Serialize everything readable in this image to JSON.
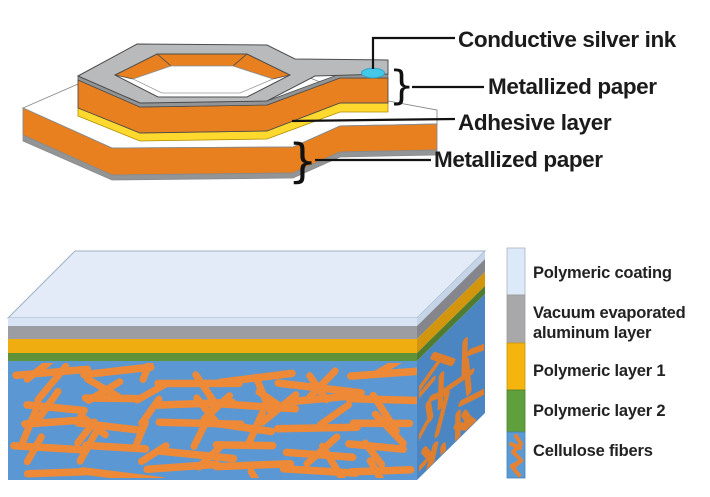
{
  "figure": {
    "background": "#FFFFFF"
  },
  "top_diagram": {
    "labels": {
      "conductive_silver_ink": "Conductive silver ink",
      "metallized_paper_top": "Metallized paper",
      "adhesive_layer": "Adhesive layer",
      "metallized_paper_bottom": "Metallized paper"
    },
    "brace": "}",
    "colors": {
      "metallized_paper_orange": "#E8801F",
      "aluminum_top": "#B9BABC",
      "aluminum_side": "#939496",
      "adhesive_yellow": "#FFD92E",
      "paper_plate_white": "#FFFFFF",
      "silver_ink_cyan": "#45C7E8",
      "outline_dark": "#4D4D4D",
      "leader_line": "#111111"
    }
  },
  "bottom_diagram": {
    "layers": {
      "polymeric_coating_top": "#E2EBF7",
      "polymeric_coating_front": "#D8E4F3",
      "polymeric_coating_side": "#C5D4E7",
      "aluminum_front": "#9C9DA2",
      "aluminum_side": "#85868B",
      "polymeric_1_front": "#EFAD0F",
      "polymeric_1_side": "#D1960D",
      "polymeric_2_front": "#5F9339",
      "polymeric_2_side": "#4F7C2E",
      "cellulose_blue_front": "#5B97D3",
      "cellulose_blue_side": "#4C86C2",
      "fiber_orange": "#EE8A37",
      "fiber_orange_side": "#DE7E2F"
    },
    "legend": {
      "items": [
        {
          "swatch_color": "#DCE9F8",
          "lines": [
            "Polymeric coating"
          ]
        },
        {
          "swatch_color": "#A8A8AA",
          "lines": [
            "Vacuum evaporated",
            "aluminum layer"
          ]
        },
        {
          "swatch_color": "#F6B40E",
          "lines": [
            "Polymeric layer 1"
          ]
        },
        {
          "swatch_color": "#5FA03C",
          "lines": [
            "Polymeric layer 2"
          ]
        },
        {
          "swatch_color": "#5B9BD5",
          "lines": [
            "Cellulose fibers"
          ]
        }
      ]
    }
  }
}
